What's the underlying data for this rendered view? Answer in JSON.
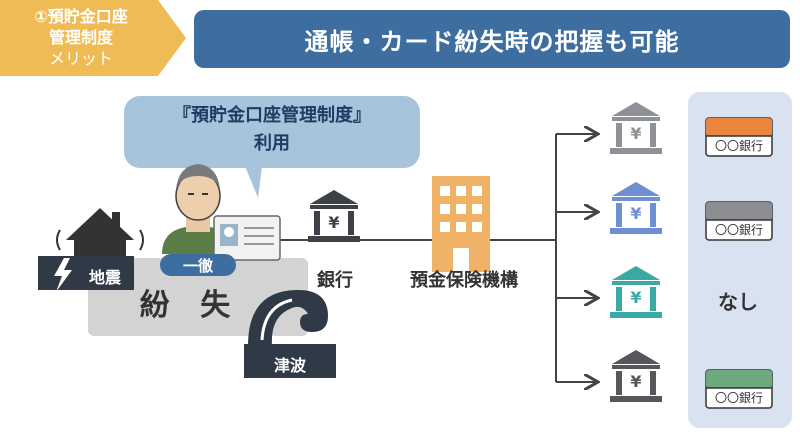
{
  "header": {
    "tag_line1": "①預貯金口座",
    "tag_line2": "管理制度",
    "tag_line3": "メリット",
    "banner_title": "通帳・カード紛失時の把握も可能"
  },
  "bubble": {
    "line1": "『預貯金口座管理制度』",
    "line2": "利用"
  },
  "person": {
    "name_badge": "一徹"
  },
  "disasters": {
    "earthquake": "地震",
    "tsunami": "津波"
  },
  "lost_label": "紛 失",
  "bank_label": "銀行",
  "deposit_insurance_label": "預金保険機構",
  "yen_symbol": "¥",
  "card_label": "〇〇銀行",
  "none_label": "なし",
  "colors": {
    "tag": "#efbb55",
    "banner": "#3d6e9f",
    "bubble": "#a7c4dc",
    "bank_gray": "#8e9196",
    "bank_blue": "#6e8fd1",
    "bank_teal": "#3aa9a4",
    "bank_dark": "#55575a",
    "building": "#f0b267",
    "panel": "#d8e2f0",
    "card_orange": "#e9853c",
    "card_gray": "#8b8d91",
    "card_green": "#6da97c"
  }
}
